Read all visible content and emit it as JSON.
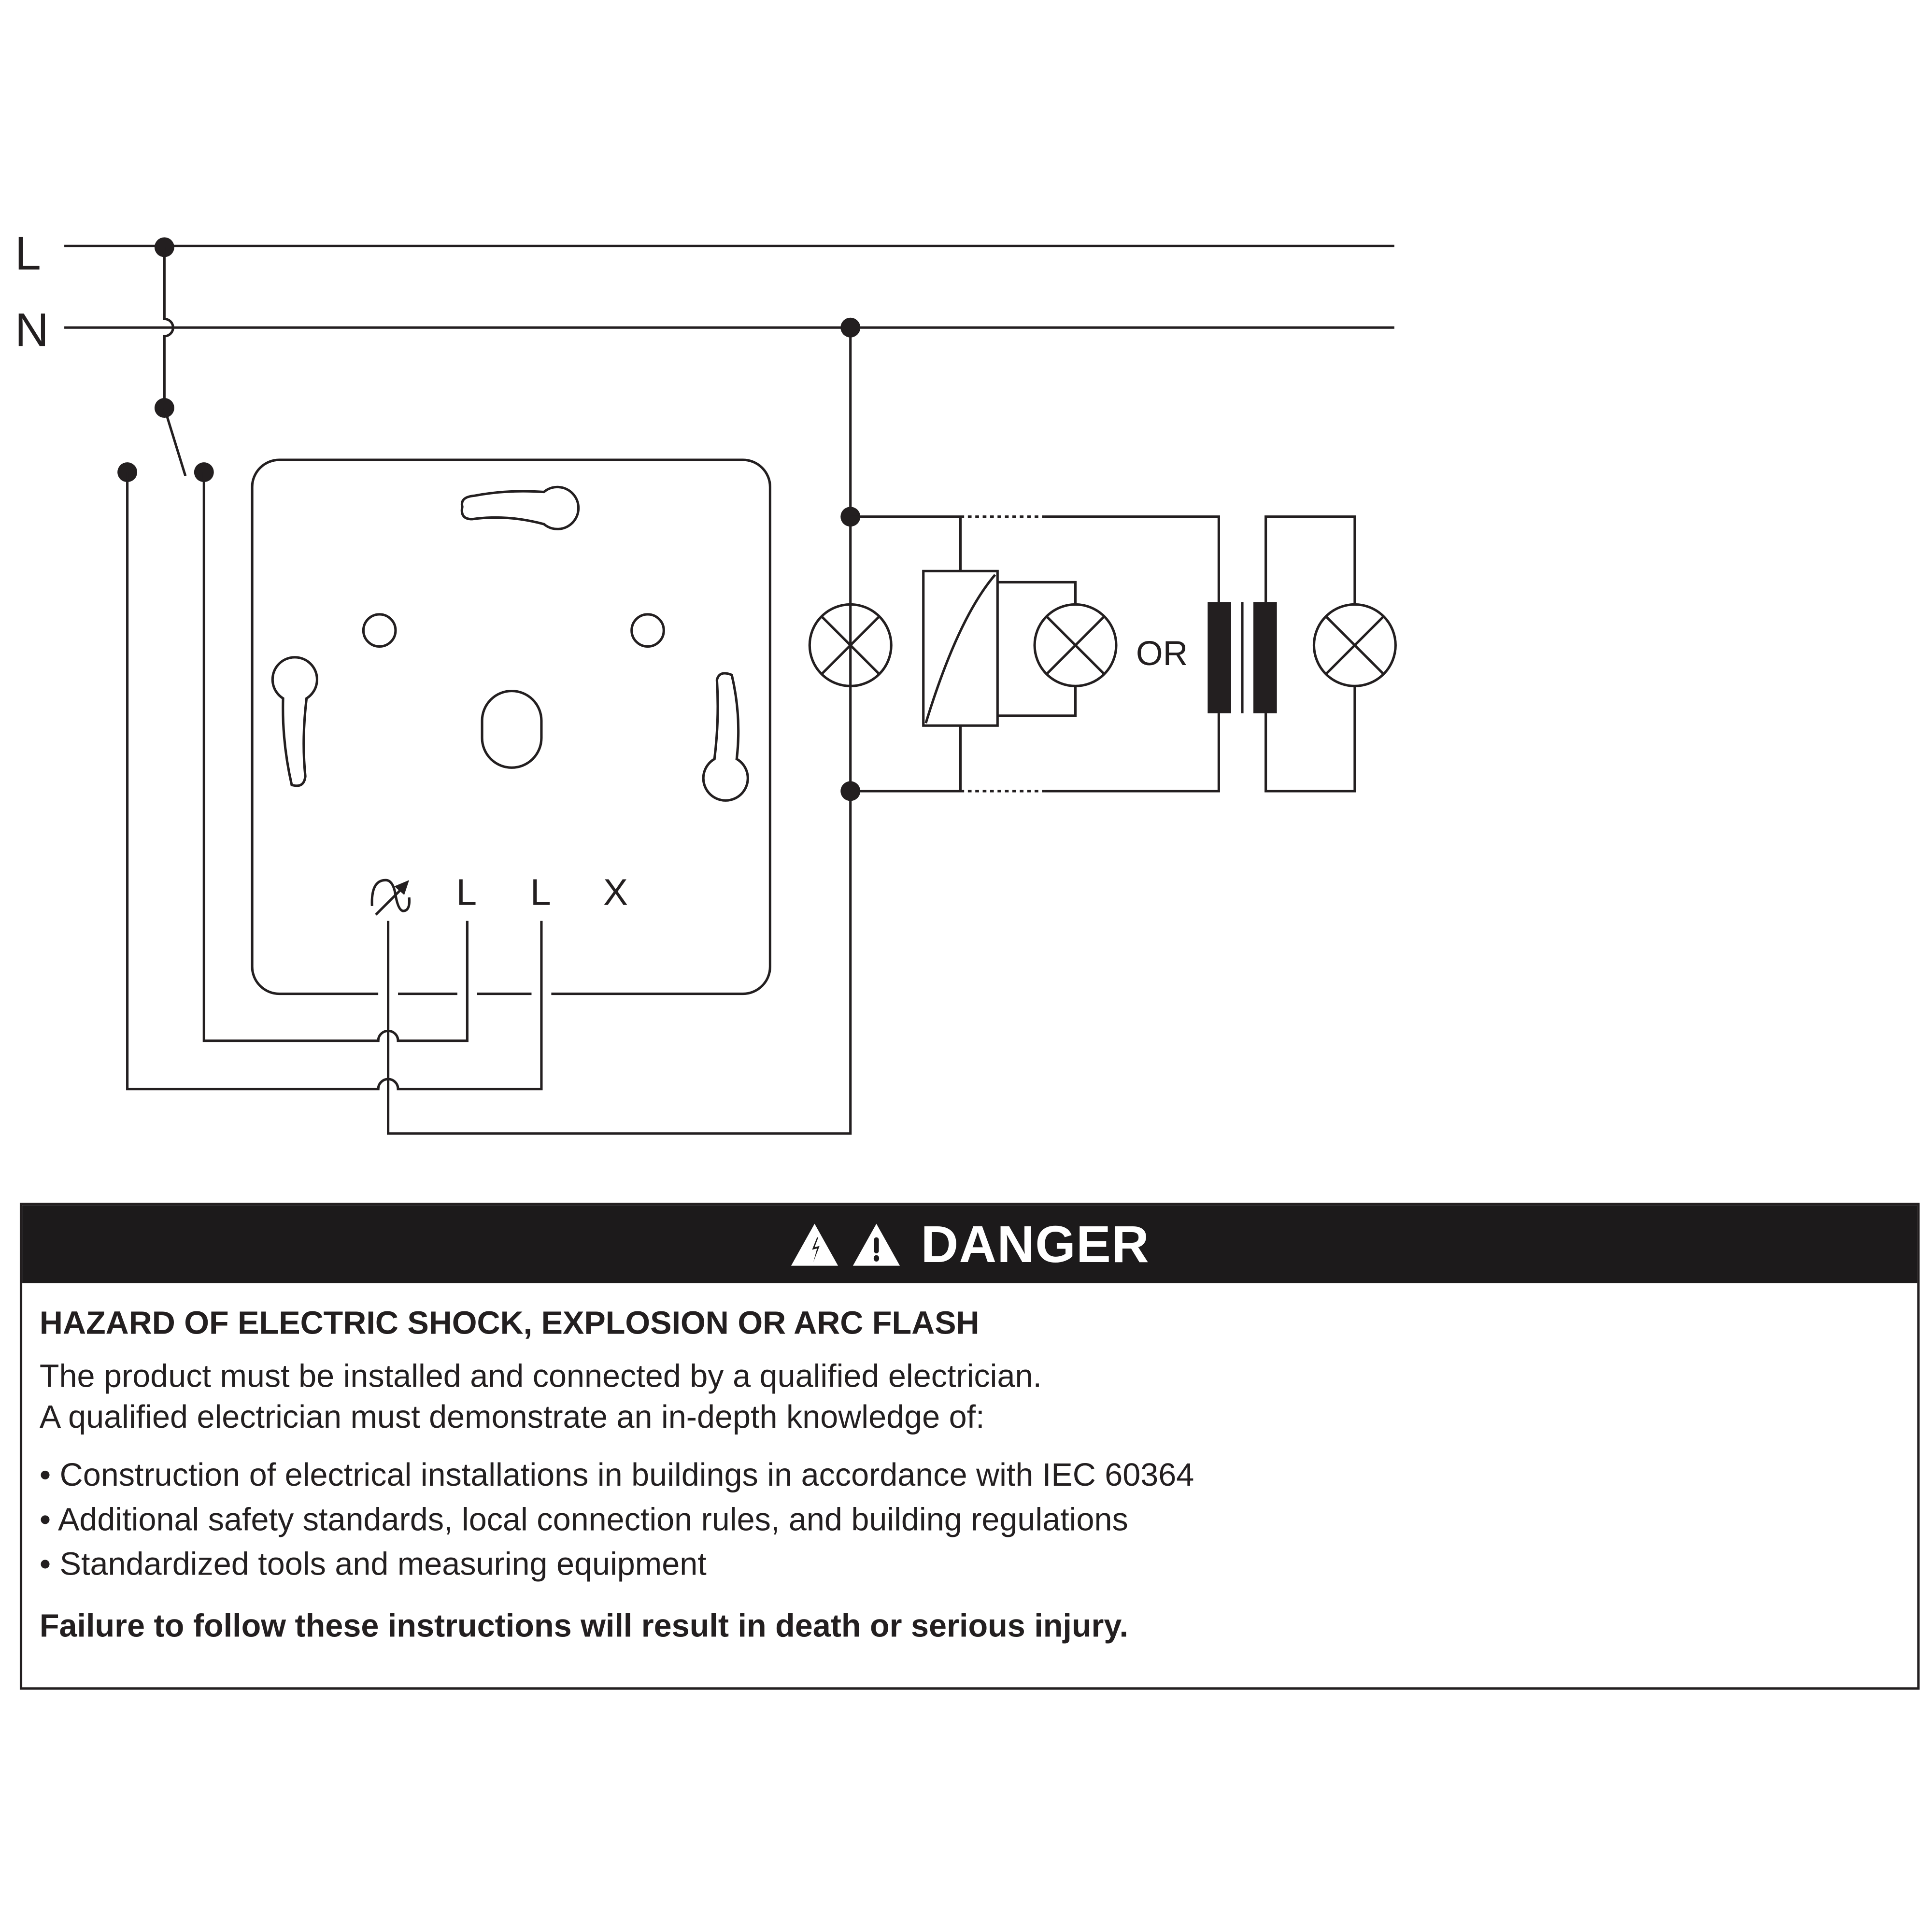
{
  "diagram": {
    "line_labels": {
      "phase": "L",
      "neutral": "N"
    },
    "terminals": [
      {
        "id": "dimmer-output",
        "symbol": "dimmer-output-icon"
      },
      {
        "label": "L"
      },
      {
        "label": "L"
      },
      {
        "label": "X"
      }
    ],
    "or_label": "OR"
  },
  "danger": {
    "icons": [
      "electric-shock-warning-icon",
      "general-warning-icon"
    ],
    "title": "DANGER",
    "heading": "HAZARD OF ELECTRIC SHOCK, EXPLOSION OR ARC FLASH",
    "paragraph_1": "The product must be installed and connected by a qualified electrician.",
    "paragraph_2": "A qualified electrician must demonstrate an in-depth knowledge of:",
    "bullets": [
      "Construction of electrical installations in buildings in accordance with IEC 60364",
      "Additional safety standards, local connection rules, and building regulations",
      "Standardized tools and measuring equipment"
    ],
    "footer": "Failure to follow these instructions will result in death or serious injury."
  }
}
